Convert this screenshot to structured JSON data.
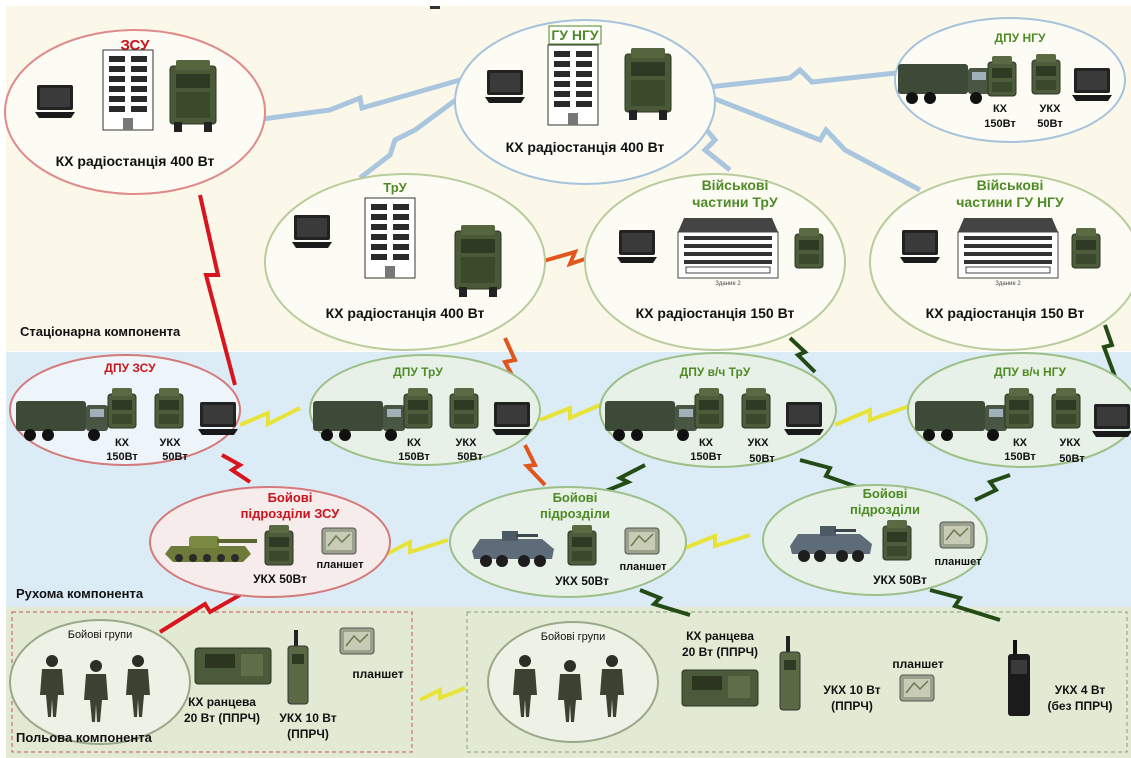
{
  "zones": {
    "stationary": "Стаціонарна компонента",
    "mobile": "Рухома компонента",
    "field": "Польова компонента"
  },
  "nodes": {
    "zsu": {
      "title": "ЗСУ",
      "radio": "КХ радіостанція 400 Вт"
    },
    "gu_ngu": {
      "title": "ГУ НГУ",
      "radio": "КХ радіостанція 400 Вт"
    },
    "dpu_ngu": {
      "title": "ДПУ НГУ",
      "kx": "КХ",
      "kx_power": "150Вт",
      "ukx": "УКХ",
      "ukx_power": "50Вт"
    },
    "tru": {
      "title": "ТрУ",
      "radio": "КХ радіостанція 400 Вт"
    },
    "vch_tru": {
      "title1": "Військові",
      "title2": "частини ТрУ",
      "radio": "КХ радіостанція 150 Вт",
      "building_caption": "Здание 2"
    },
    "vch_ngu": {
      "title1": "Військові",
      "title2": "частини ГУ НГУ",
      "radio": "КХ радіостанція 150 Вт",
      "building_caption": "Здание 2"
    },
    "dpu_zsu": {
      "title": "ДПУ ЗСУ",
      "kx": "КХ",
      "kx_power": "150Вт",
      "ukx": "УКХ",
      "ukx_power": "50Вт"
    },
    "dpu_tru": {
      "title": "ДПУ ТрУ",
      "kx": "КХ",
      "kx_power": "150Вт",
      "ukx": "УКХ",
      "ukx_power": "50Вт"
    },
    "dpu_vch_tru": {
      "title": "ДПУ в/ч ТрУ",
      "kx": "КХ",
      "kx_power": "150Вт",
      "ukx": "УКХ",
      "ukx_power": "50Вт"
    },
    "dpu_vch_ngu": {
      "title": "ДПУ в/ч НГУ",
      "kx": "КХ",
      "kx_power": "150Вт",
      "ukx": "УКХ",
      "ukx_power": "50Вт"
    },
    "bp_zsu": {
      "title1": "Бойові",
      "title2": "підрозділи ЗСУ",
      "ukx": "УКХ 50Вт",
      "tablet": "планшет"
    },
    "bp_mid": {
      "title1": "Бойові",
      "title2": "підрозділи",
      "ukx": "УКХ 50Вт",
      "tablet": "планшет"
    },
    "bp_right": {
      "title1": "Бойові",
      "title2": "підрозділи",
      "ukx": "УКХ 50Вт",
      "tablet": "планшет"
    }
  },
  "field_left": {
    "group_title": "Бойові групи",
    "kx1": "КХ ранцева",
    "kx2": "20 Вт  (ППРЧ)",
    "ukx1": "УКХ 10 Вт",
    "ukx2": "(ППРЧ)",
    "tablet": "планшет"
  },
  "field_right": {
    "group_title": "Бойові групи",
    "kx1": "КХ ранцева",
    "kx2": "20 Вт (ППРЧ)",
    "ukx10_1": "УКХ 10 Вт",
    "ukx10_2": "(ППРЧ)",
    "tablet": "планшет",
    "ukx4_1": "УКХ 4 Вт",
    "ukx4_2": "(без ППРЧ)"
  },
  "colors": {
    "stationary_bg": "#fbf8ea",
    "mobile_bg": "#dcecf7",
    "field_bg": "#e3ead4",
    "link_blue": "#a9c6de",
    "link_red": "#d8141e",
    "link_orange": "#e0561c",
    "link_yellow": "#e8e338",
    "link_darkgreen": "#244a16",
    "title_red": "#c8141e",
    "title_green": "#4e8a25"
  }
}
